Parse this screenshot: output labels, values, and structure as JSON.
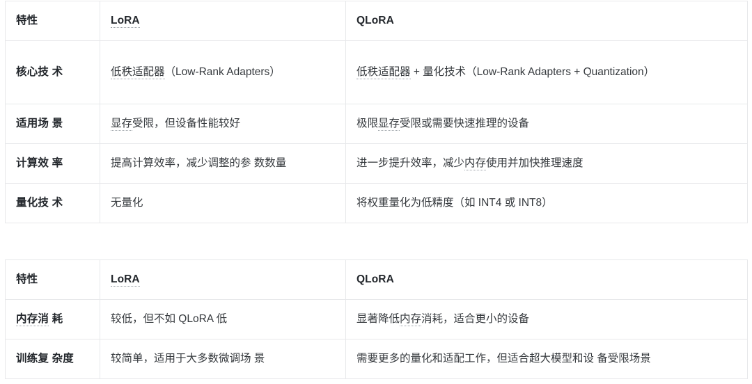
{
  "tables": [
    {
      "name": "lora-qlora-comparison-part1",
      "headers": [
        "特性",
        "LoRA",
        "QLoRA"
      ],
      "rows": [
        {
          "feature": "核心技 术",
          "feature_underline": "",
          "lora": "低秩适配器（Low-Rank Adapters）",
          "lora_underline": "低秩适配器",
          "qlora": "低秩适配器 + 量化技术（Low-Rank Adapters + Quantization）",
          "qlora_underline": "低秩适配器"
        },
        {
          "feature": "适用场 景",
          "feature_underline": "",
          "lora": "显存受限，但设备性能较好",
          "lora_underline": "显存",
          "qlora": "极限显存受限或需要快速推理的设备",
          "qlora_underline": "显存"
        },
        {
          "feature": "计算效 率",
          "feature_underline": "",
          "lora": "提高计算效率，减少调整的参 数数量",
          "lora_underline": "",
          "qlora": "进一步提升效率，减少内存使用并加快推理速度",
          "qlora_underline": "内存"
        },
        {
          "feature": "量化技 术",
          "feature_underline": "",
          "lora": "无量化",
          "lora_underline": "",
          "qlora": "将权重量化为低精度（如 INT4 或 INT8）",
          "qlora_underline": ""
        }
      ]
    },
    {
      "name": "lora-qlora-comparison-part2",
      "headers": [
        "特性",
        "LoRA",
        "QLoRA"
      ],
      "rows": [
        {
          "feature": "内存消 耗",
          "feature_underline": "内存消",
          "lora": "较低，但不如 QLoRA 低",
          "lora_underline": "",
          "qlora": "显著降低内存消耗，适合更小的设备",
          "qlora_underline": "内存"
        },
        {
          "feature": "训练复 杂度",
          "feature_underline": "",
          "lora": "较简单，适用于大多数微调场 景",
          "lora_underline": "",
          "qlora": "需要更多的量化和适配工作，但适合超大模型和设 备受限场景",
          "qlora_underline": ""
        }
      ]
    }
  ],
  "header_underlines": {
    "lora": "LoRA",
    "qlora": ""
  },
  "colors": {
    "page_background": "#ffffff",
    "border": "#e7e8ea",
    "header_text": "#22262b",
    "body_text": "#35393d",
    "dotted_underline": "#9aa0a6"
  }
}
